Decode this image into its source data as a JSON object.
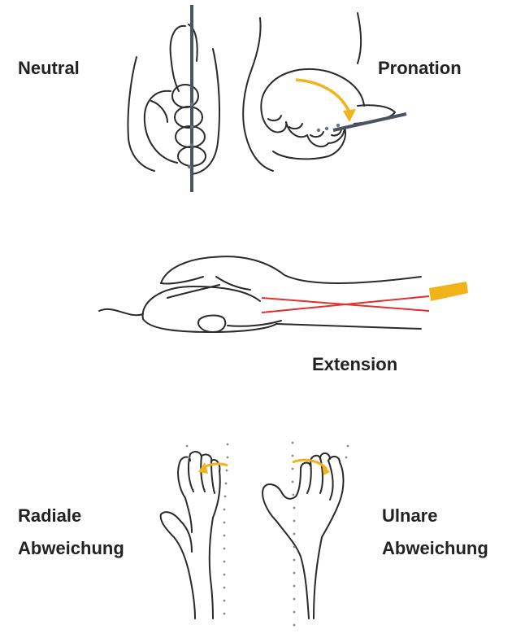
{
  "labels": {
    "neutral": "Neutral",
    "pronation": "Pronation",
    "extension": "Extension",
    "radial_line1": "Radiale",
    "radial_line2": "Abweichung",
    "ulnar_line1": "Ulnare",
    "ulnar_line2": "Abweichung"
  },
  "colors": {
    "outline": "#2a2a2a",
    "axis": "#4a5562",
    "accent": "#f2b21a",
    "error_line": "#e03030",
    "dots": "#8c8c8c"
  }
}
